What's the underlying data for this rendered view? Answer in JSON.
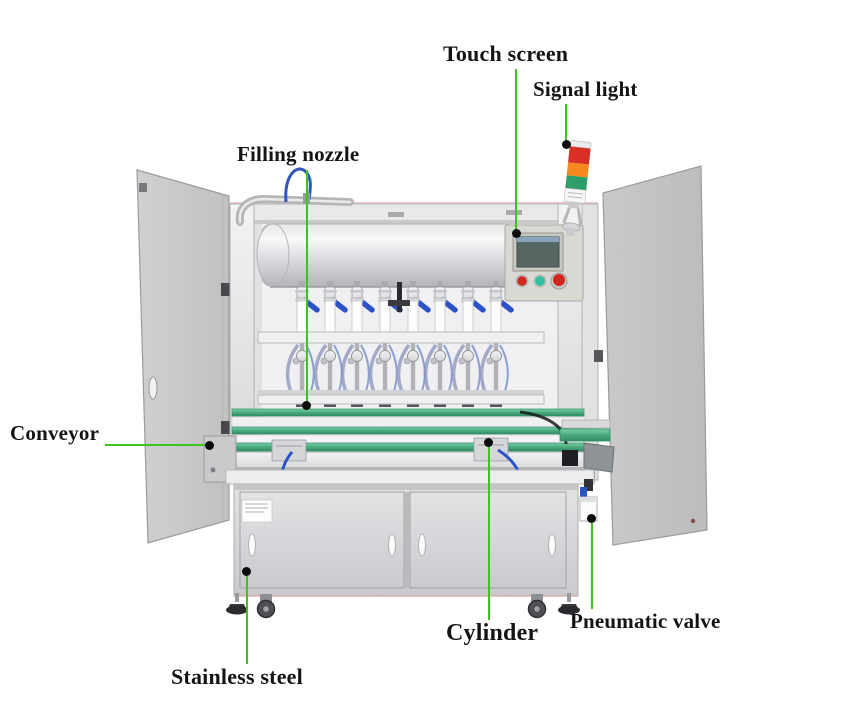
{
  "page": {
    "description": "Labeled diagram of an automatic eight-head liquid filling machine with open doors"
  },
  "annotations": {
    "touch_screen": {
      "text": "Touch screen"
    },
    "signal_light": {
      "text": "Signal light"
    },
    "filling_nozzle": {
      "text": "Filling nozzle"
    },
    "conveyor": {
      "text": "Conveyor"
    },
    "cylinder": {
      "text": "Cylinder"
    },
    "pneumatic_valve": {
      "text": "Pneumatic valve"
    },
    "stainless_steel": {
      "text": "Stainless steel"
    }
  },
  "colors": {
    "leader_line": "#3fc31f",
    "leader_dot": "#0b0b0b",
    "label_text": "#141414",
    "belt_green": "#4fb389",
    "signal_red": "#d93025",
    "signal_orange": "#f5891f",
    "signal_green": "#2e9e68",
    "hmi_button_red": "#cf2a20",
    "hmi_button_teal": "#2fbfa0",
    "emergency_stop_red": "#d42420",
    "hose_blue": "#2b52c8",
    "steel_light": "#e9e9eb",
    "door_gray": "#c8c8c9"
  },
  "machine": {
    "nozzle_count": 8,
    "open_doors": 2,
    "cabinet_doors": 2,
    "signal_light_segments": [
      "red",
      "orange",
      "green"
    ],
    "hmi_buttons": [
      "red",
      "teal",
      "emergency-stop"
    ],
    "casters": 2,
    "leveling_feet": 2
  }
}
